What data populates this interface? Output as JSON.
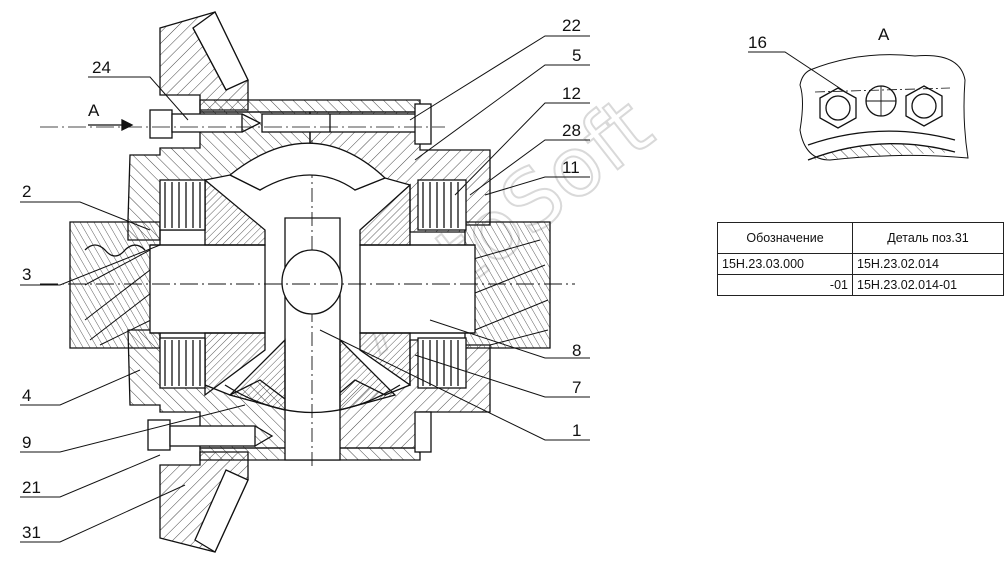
{
  "labels": {
    "l24": "24",
    "l22": "22",
    "l5": "5",
    "l12": "12",
    "l28": "28",
    "l11": "11",
    "l2": "2",
    "l3": "3",
    "l8": "8",
    "l4": "4",
    "l7": "7",
    "l9": "9",
    "l1": "1",
    "l21": "21",
    "l31": "31",
    "l16": "16"
  },
  "view_arrow_label": "A",
  "detail_view_title": "A",
  "watermark": "AutoSoft",
  "spec_table": {
    "header": [
      "Обозначение",
      "Деталь поз.31"
    ],
    "rows": [
      [
        "15Н.23.03.000",
        "15Н.23.02.014"
      ],
      [
        "-01",
        "15Н.23.02.014-01"
      ]
    ]
  }
}
